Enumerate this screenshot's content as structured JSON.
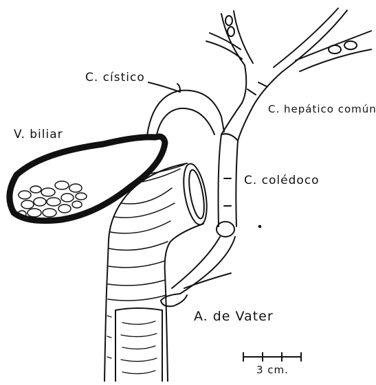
{
  "labels": {
    "cistico": "C. cístico",
    "vesicula": "V. biliar",
    "hepatico": "C. hepático común",
    "coledoco": "C. colédoco",
    "vater": "A. de Vater",
    "scale": "3 cm."
  },
  "colors": {
    "ink": "#111111",
    "background": "#ffffff"
  }
}
